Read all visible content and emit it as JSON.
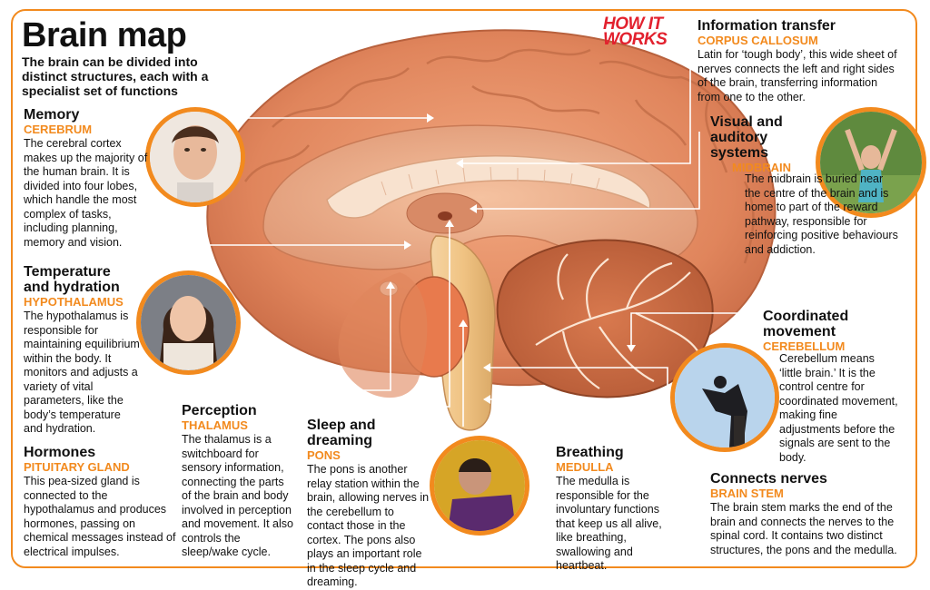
{
  "title": "Brain map",
  "subtitle": "The brain can be divided into distinct structures, each with a specialist set of functions",
  "logo": {
    "line1": "HOW IT",
    "line2": "WORKS"
  },
  "colors": {
    "accent": "#f28a1e",
    "logo": "#e2212e",
    "brain": "#e58f66"
  },
  "sections": {
    "memory": {
      "heading": "Memory",
      "structure": "CEREBRUM",
      "text": "The cerebral cortex makes up the majority of the human brain. It is divided into four lobes, which handle the most complex of tasks, including planning, memory and vision."
    },
    "temperature": {
      "heading": "Temperature and hydration",
      "structure": "HYPOTHALAMUS",
      "text": "The hypothalamus is responsible for maintaining equilibrium within the body. It monitors and adjusts a variety of vital parameters, like the body’s temperature and hydration."
    },
    "hormones": {
      "heading": "Hormones",
      "structure": "PITUITARY GLAND",
      "text": "This pea-sized gland is connected to the hypothalamus and produces hormones, passing on chemical messages instead of electrical impulses."
    },
    "perception": {
      "heading": "Perception",
      "structure": "THALAMUS",
      "text": "The thalamus is a switchboard for sensory information, connecting the parts of the brain and body involved in perception and movement. It also controls the sleep/wake cycle."
    },
    "sleep": {
      "heading": "Sleep and dreaming",
      "structure": "PONS",
      "text": "The pons is another relay station within the brain, allowing nerves in the cerebellum to contact those in the cortex. The pons also plays an important role in the sleep cycle and dreaming."
    },
    "breathing": {
      "heading": "Breathing",
      "structure": "MEDULLA",
      "text": "The medulla is responsible for the involuntary functions that keep us all alive, like breathing, swallowing and heartbeat."
    },
    "information": {
      "heading": "Information transfer",
      "structure": "CORPUS CALLOSUM",
      "text": "Latin for ‘tough body’, this wide sheet of nerves connects the left and right sides of the brain, transferring information from one to the other."
    },
    "visual": {
      "heading": "Visual and auditory systems",
      "structure": "MIDBRAIN",
      "text": "The midbrain is buried near the centre of the brain and is home to part of the reward pathway, responsible for reinforcing positive behaviours and addiction."
    },
    "coordinated": {
      "heading": "Coordinated movement",
      "structure": "CEREBELLUM",
      "text": "Cerebellum means ‘little brain.’ It is the control centre for coordinated movement, making fine adjustments before the signals are sent to the body."
    },
    "connects": {
      "heading": "Connects nerves",
      "structure": "BRAIN STEM",
      "text": "The brain stem marks the end of the brain and connects the nerves to the spinal cord. It contains two distinct structures, the pons and the medulla."
    }
  }
}
